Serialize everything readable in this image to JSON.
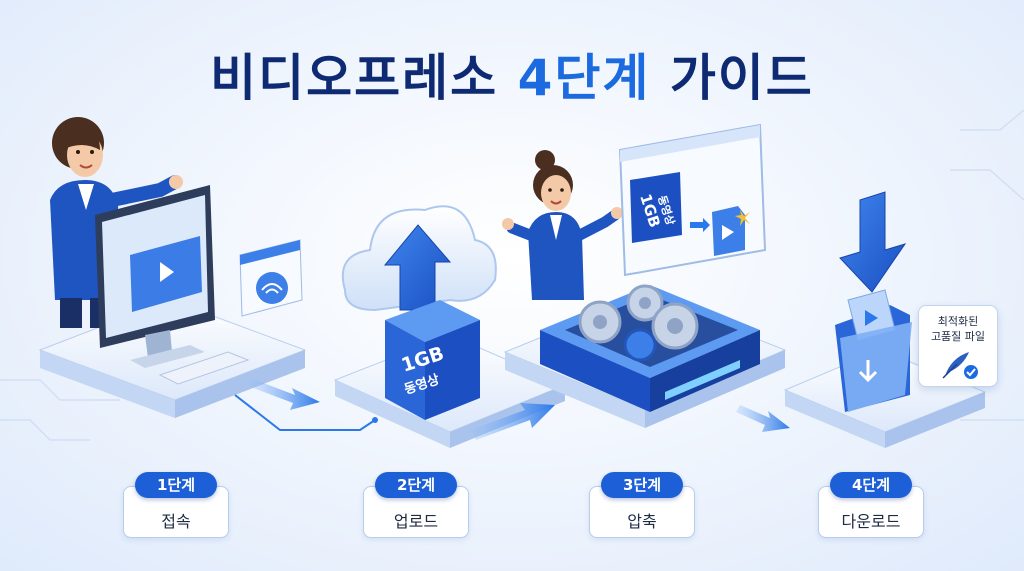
{
  "title": {
    "main": "비디오프레소",
    "accent": "4단계",
    "tail": "가이드"
  },
  "steps": [
    {
      "badge": "1단계",
      "label": "접속"
    },
    {
      "badge": "2단계",
      "label": "업로드"
    },
    {
      "badge": "3단계",
      "label": "압축"
    },
    {
      "badge": "4단계",
      "label": "다운로드"
    }
  ],
  "upload_box": {
    "size": "1GB",
    "label": "동영상"
  },
  "compress_screen": {
    "size": "1GB",
    "label": "동영상"
  },
  "result_note": {
    "line1": "최적화된",
    "line2": "고품질 파일"
  },
  "colors": {
    "primary": "#1c5fd6",
    "title": "#0d2a72",
    "accent": "#1c6ae0",
    "platform": "#e6effb"
  }
}
